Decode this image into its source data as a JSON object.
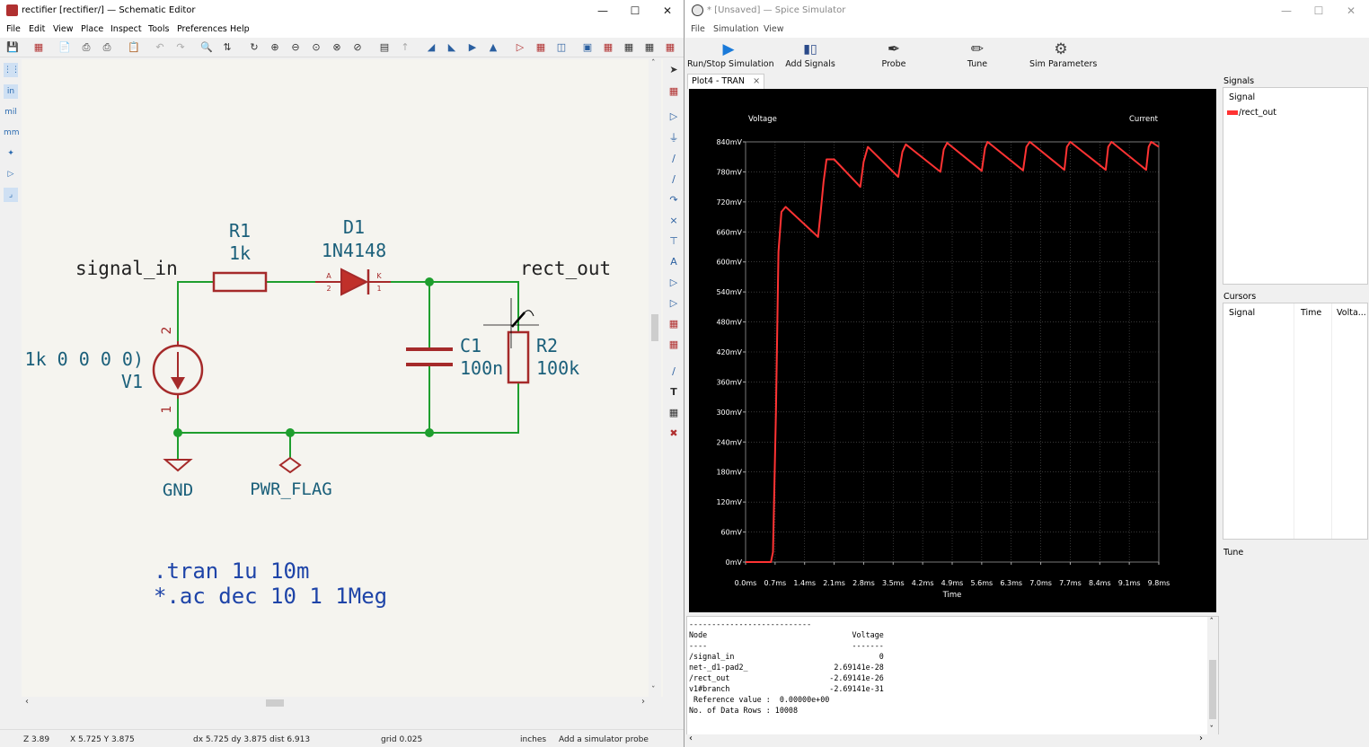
{
  "left_window": {
    "title": "rectifier [rectifier/] — Schematic Editor",
    "menu": [
      "File",
      "Edit",
      "View",
      "Place",
      "Inspect",
      "Tools",
      "Preferences",
      "Help"
    ],
    "schematic": {
      "resistor1": {
        "ref": "R1",
        "value": "1k"
      },
      "diode": {
        "ref": "D1",
        "value": "1N4148",
        "pin_a": "A",
        "pin_a_num": "2",
        "pin_k": "K",
        "pin_k_num": "1"
      },
      "cap": {
        "ref": "C1",
        "value": "100n"
      },
      "resistor2": {
        "ref": "R2",
        "value": "100k"
      },
      "source": {
        "ref": "V1",
        "value": "1k 0 0 0 0)",
        "pin_top": "2",
        "pin_bottom": "1"
      },
      "label_in": "signal_in",
      "label_out": "rect_out",
      "gnd": "GND",
      "pwr_flag": "PWR_FLAG",
      "directive1": ".tran 1u 10m",
      "directive2": "*.ac dec 10 1 1Meg"
    },
    "status": {
      "zoom": "Z 3.89",
      "pos": "X 5.725  Y 3.875",
      "delta": "dx 5.725  dy 3.875  dist 6.913",
      "grid": "grid 0.025",
      "units": "inches",
      "hint": "Add a simulator probe"
    }
  },
  "right_window": {
    "title": "* [Unsaved] — Spice Simulator",
    "menu": [
      "File",
      "Simulation",
      "View"
    ],
    "toolbar": {
      "run": "Run/Stop Simulation",
      "add_signals": "Add Signals",
      "probe": "Probe",
      "tune": "Tune",
      "sim_params": "Sim Parameters"
    },
    "tab": {
      "label": "Plot4 - TRAN",
      "close": "×"
    },
    "panels": {
      "signals_title": "Signals",
      "signals_col": "Signal",
      "signal_item": "/rect_out",
      "signal_color": "#ff3333",
      "cursors_title": "Cursors",
      "cursor_cols": [
        "Signal",
        "Time",
        "Volta..."
      ],
      "tune_title": "Tune"
    },
    "console": {
      "sep": "---------------------------",
      "hdr_node": "Node",
      "hdr_voltage": "Voltage",
      "dash_node": "----",
      "dash_voltage": "-------",
      "rows": [
        {
          "node": "/signal_in",
          "value": "0"
        },
        {
          "node": "net-_d1-pad2_",
          "value": "2.69141e-28"
        },
        {
          "node": "/rect_out",
          "value": "-2.69141e-26"
        },
        {
          "node": "v1#branch",
          "value": "-2.69141e-31"
        }
      ],
      "ref_line": " Reference value :  0.00000e+00",
      "rows_line": "No. of Data Rows : 10008"
    }
  },
  "chart_data": {
    "type": "line",
    "title": "",
    "ylabel": "Voltage",
    "ylabel_right": "Current",
    "xlabel": "Time",
    "grid": true,
    "background": "#000000",
    "xlim": [
      0,
      9.8
    ],
    "ylim": [
      0,
      840
    ],
    "x_ticks": [
      "0.0ms",
      "0.7ms",
      "1.4ms",
      "2.1ms",
      "2.8ms",
      "3.5ms",
      "4.2ms",
      "4.9ms",
      "5.6ms",
      "6.3ms",
      "7.0ms",
      "7.7ms",
      "8.4ms",
      "9.1ms",
      "9.8ms"
    ],
    "y_ticks": [
      "0mV",
      "60mV",
      "120mV",
      "180mV",
      "240mV",
      "300mV",
      "360mV",
      "420mV",
      "480mV",
      "540mV",
      "600mV",
      "660mV",
      "720mV",
      "780mV",
      "840mV"
    ],
    "series": [
      {
        "name": "/rect_out",
        "color": "#ff3333",
        "x": [
          0.0,
          0.6,
          0.65,
          0.72,
          0.78,
          0.85,
          0.95,
          1.72,
          1.78,
          1.85,
          1.92,
          2.1,
          2.72,
          2.8,
          2.9,
          3.62,
          3.72,
          3.8,
          4.62,
          4.7,
          4.78,
          5.6,
          5.68,
          5.74,
          6.58,
          6.66,
          6.74,
          7.56,
          7.62,
          7.7,
          8.54,
          8.6,
          8.68,
          9.5,
          9.56,
          9.62,
          9.8
        ],
        "y": [
          0,
          0,
          20,
          300,
          620,
          700,
          710,
          650,
          700,
          760,
          805,
          805,
          750,
          800,
          830,
          770,
          820,
          835,
          780,
          825,
          838,
          782,
          828,
          840,
          783,
          830,
          840,
          784,
          830,
          840,
          784,
          830,
          840,
          784,
          830,
          840,
          830
        ]
      }
    ]
  }
}
